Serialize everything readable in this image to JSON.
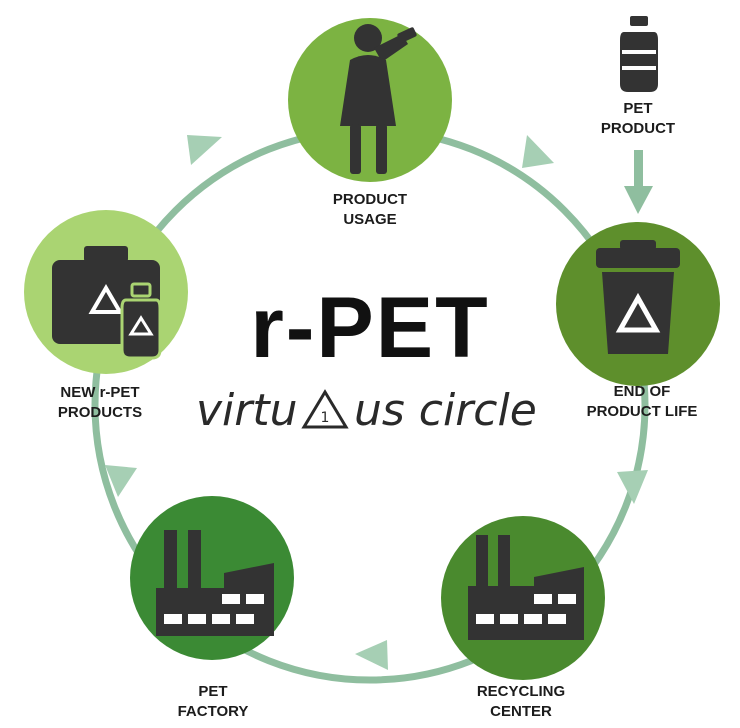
{
  "title": "r-PET",
  "subtitle": {
    "part1": "virtu",
    "part2": "us circle",
    "mark": "1"
  },
  "nodes": {
    "usage": {
      "line1": "PRODUCT",
      "line2": "USAGE"
    },
    "end_of_life": {
      "line1": "END OF",
      "line2": "PRODUCT LIFE"
    },
    "recycling": {
      "line1": "RECYCLING",
      "line2": "CENTER"
    },
    "factory": {
      "line1": "PET",
      "line2": "FACTORY"
    },
    "new_products": {
      "line1": "NEW r-PET",
      "line2": "PRODUCTS"
    },
    "pet_product": {
      "line1": "PET",
      "line2": "PRODUCT"
    }
  },
  "colors": {
    "ring": "#8fbe9f",
    "usage_circle": "#7cb342",
    "end_circle": "#5e8f2c",
    "recycling_circle": "#4a8a2e",
    "factory_circle": "#3b8a34",
    "new_products_circle": "#aad472",
    "icon": "#333333",
    "text": "#1c1c1c"
  },
  "icons": [
    "person-drinking-icon",
    "trash-bin-icon",
    "factory-icon",
    "briefcase-icon",
    "recycle-icon",
    "bottle-icon"
  ]
}
